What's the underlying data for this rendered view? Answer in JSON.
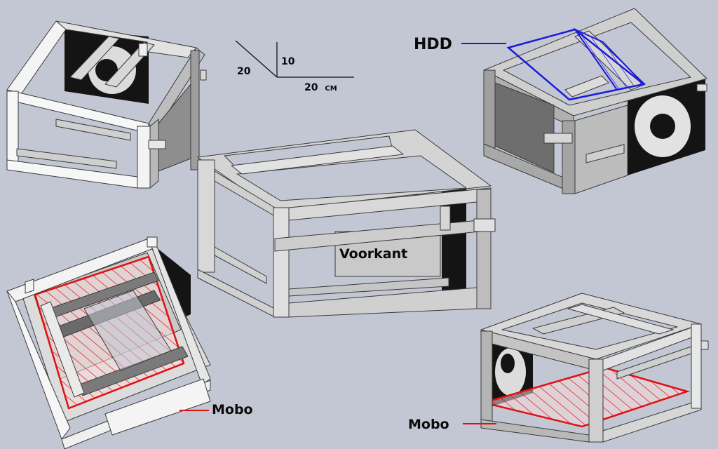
{
  "dimensions": {
    "depth_value": "20",
    "height_value": "10",
    "width_value": "20",
    "width_unit": "CM"
  },
  "labels": {
    "hdd": "HDD",
    "front": "Voorkant",
    "mobo_left": "Mobo",
    "mobo_right": "Mobo"
  },
  "colors": {
    "background": "#c3c7d4",
    "frame_light": "#f2f2f2",
    "frame_mid": "#c8c8c8",
    "frame_dark": "#8f8f8f",
    "panel_black": "#141414",
    "hdd_highlight": "#1a1adc",
    "mobo_highlight": "#e01010"
  },
  "icons": [
    "fan-icon"
  ]
}
